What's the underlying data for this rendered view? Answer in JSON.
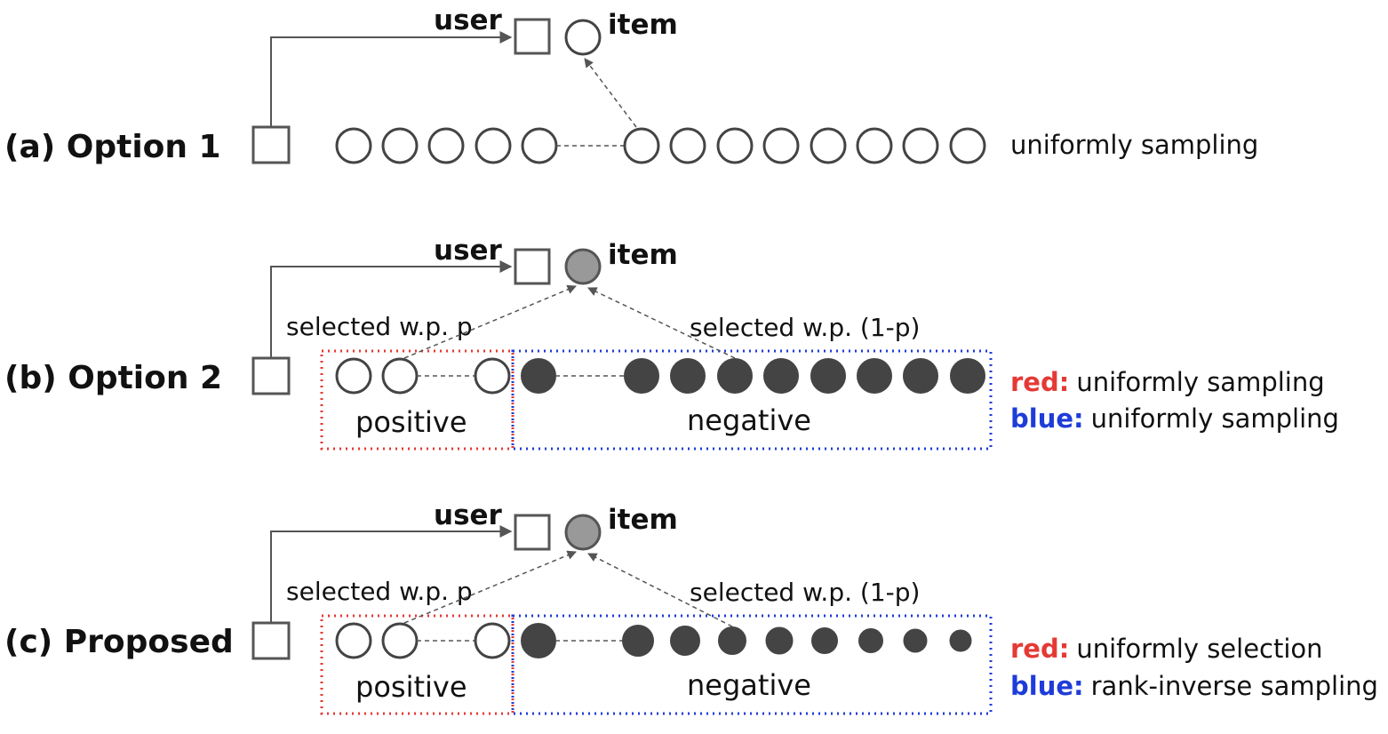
{
  "colors": {
    "red": "#e53935",
    "blue": "#1e3cd8",
    "node_dark": "#444444",
    "node_grey": "#999999"
  },
  "labels": {
    "user": "user",
    "item": "item",
    "positive": "positive",
    "negative": "negative"
  },
  "rows": [
    {
      "id": "a",
      "title": "(a) Option 1",
      "side_note": "uniformly sampling"
    },
    {
      "id": "b",
      "title": "(b) Option 2",
      "selected_pos": "selected w.p. p",
      "selected_neg": "selected w.p. (1-p)",
      "legend_red_key": "red:",
      "legend_red_text": "uniformly sampling",
      "legend_blue_key": "blue:",
      "legend_blue_text": "uniformly sampling"
    },
    {
      "id": "c",
      "title": "(c) Proposed",
      "selected_pos": "selected w.p. p",
      "selected_neg": "selected w.p. (1-p)",
      "legend_red_key": "red:",
      "legend_red_text": "uniformly selection",
      "legend_blue_key": "blue:",
      "legend_blue_text": "rank-inverse sampling"
    }
  ]
}
